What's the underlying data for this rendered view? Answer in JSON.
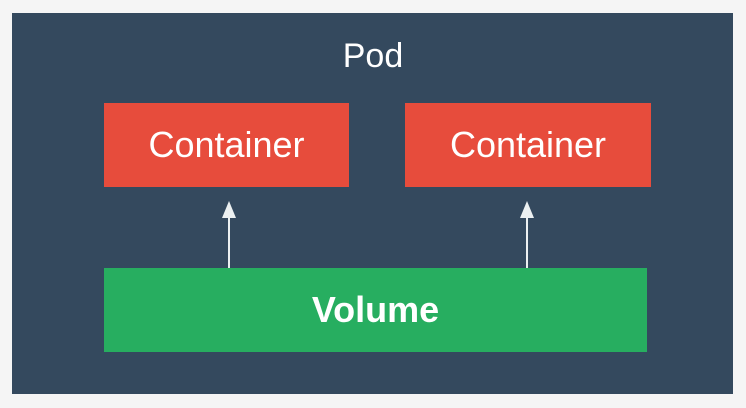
{
  "pod": {
    "label": "Pod"
  },
  "containers": [
    {
      "label": "Container"
    },
    {
      "label": "Container"
    }
  ],
  "volume": {
    "label": "Volume"
  },
  "colors": {
    "background": "#f5f5f5",
    "pod": "#34495e",
    "container": "#e74c3c",
    "volume": "#27ae60",
    "arrow": "#ecf0f1",
    "text": "#ffffff"
  }
}
